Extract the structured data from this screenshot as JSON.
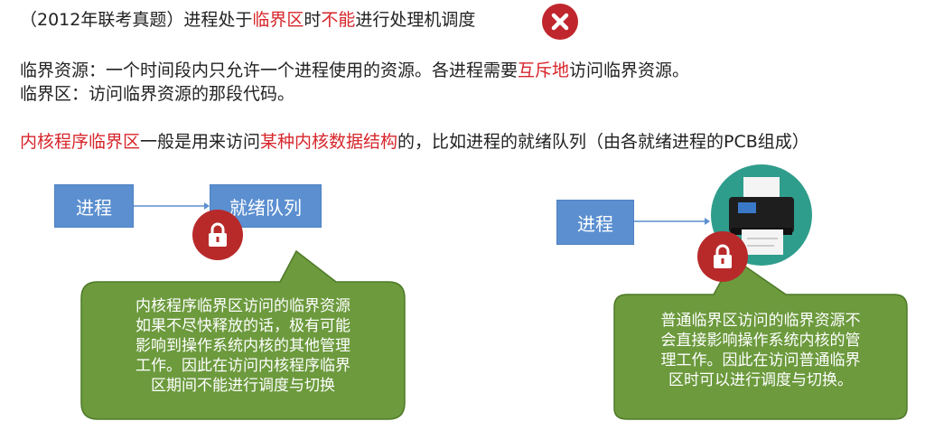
{
  "heading": {
    "part1": "（2012年联考真题）进程处于",
    "red1": "临界区",
    "part2": "时",
    "red2": "不能",
    "part3": "进行处理机调度",
    "verdict_icon": "x-mark-icon"
  },
  "definitions": {
    "line1_part1": "临界资源：一个时间段内只允许一个进程使用的资源。各进程需要",
    "line1_red": "互斥地",
    "line1_part2": "访问临界资源。",
    "line2": "临界区：访问临界资源的那段代码。"
  },
  "kernel_note": {
    "red1": "内核程序临界区",
    "part1": "一般是用来访问",
    "red2": "某种内核数据结构",
    "part2": "的，比如进程的就绪队列（由各就绪进程的PCB组成）"
  },
  "left_diagram": {
    "process_label": "进程",
    "queue_label": "就绪队列",
    "lock_icon": "lock-icon",
    "callout_lines": [
      "内核程序临界区访问的临界资源",
      "如果不尽快释放的话，极有可能",
      "影响到操作系统内核的其他管理",
      "工作。因此在访问内核程序临界",
      "区期间不能进行调度与切换"
    ]
  },
  "right_diagram": {
    "process_label": "进程",
    "printer_icon": "printer-icon",
    "lock_icon": "lock-icon",
    "callout_lines": [
      "普通临界区访问的临界资源不",
      "会直接影响操作系统内核的管",
      "理工作。因此在访问普通临界",
      "区时可以进行调度与切换。"
    ]
  },
  "colors": {
    "highlight": "#d7262b",
    "box_blue": "#5b8fd0",
    "callout_green": "#6c9a3d",
    "lock_red": "#b82a2a",
    "printer_teal": "#2f9d8c"
  }
}
